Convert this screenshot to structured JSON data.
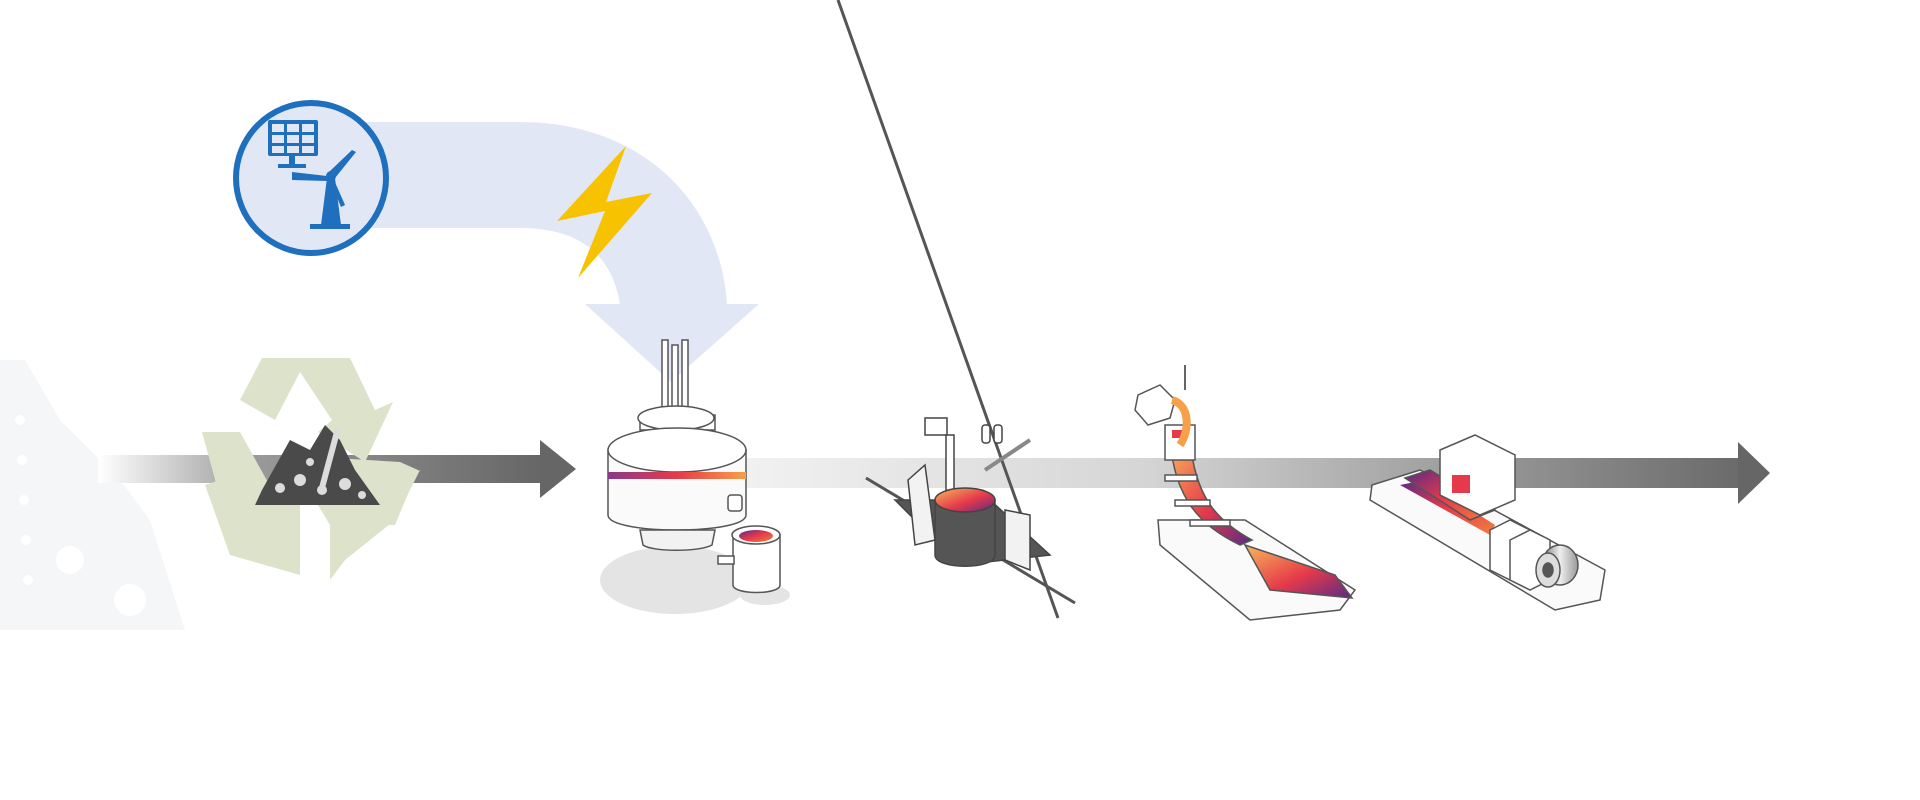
{
  "diagram": {
    "stages": [
      {
        "id": "renewable-energy",
        "icon": "solar-panel-and-wind-turbine-icon"
      },
      {
        "id": "electricity",
        "icon": "lightning-bolt-icon"
      },
      {
        "id": "scrap-recycling",
        "icon": "recycling-scrap-icon"
      },
      {
        "id": "electric-arc-furnace",
        "icon": "electric-arc-furnace-icon"
      },
      {
        "id": "ladle-furnace",
        "icon": "ladle-car-icon"
      },
      {
        "id": "continuous-caster",
        "icon": "continuous-caster-icon"
      },
      {
        "id": "rolling-mill",
        "icon": "rolling-mill-coil-icon"
      }
    ],
    "colors": {
      "renewable_blue": "#1f6fbf",
      "energy_band": "#e2e7f5",
      "lightning": "#f7c300",
      "recycle_green": "#dde3cb",
      "flow_arrow_dark": "#666666",
      "hot_metal_orange": "#f6a04a",
      "hot_metal_red": "#e63a4a",
      "hot_metal_purple": "#5a2a86"
    }
  }
}
